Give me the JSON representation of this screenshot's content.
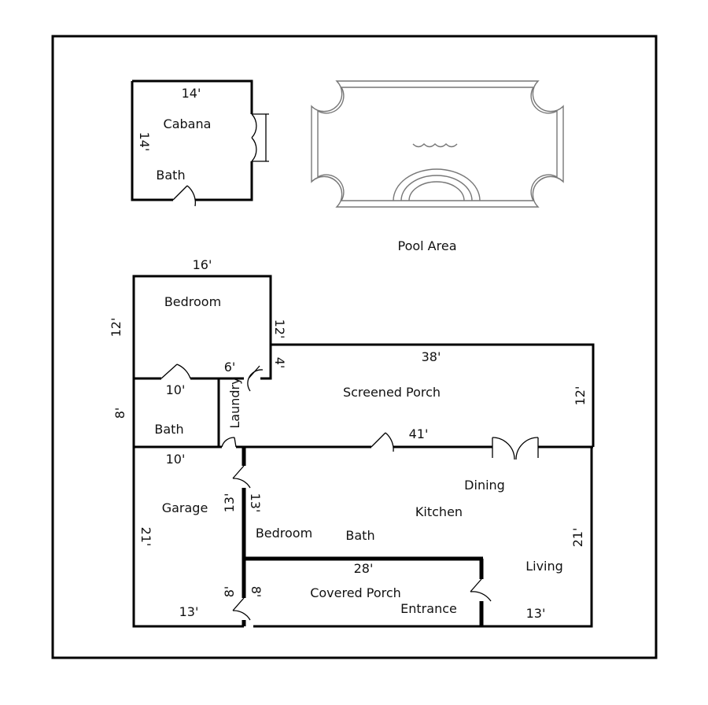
{
  "cabana": {
    "label": "Cabana",
    "bath": "Bath",
    "width": "14'",
    "depth": "14'"
  },
  "pool": {
    "area_label": "Pool Area"
  },
  "rooms": {
    "bedroom_top": "Bedroom",
    "bath_left": "Bath",
    "laundry": "Laundry",
    "screened_porch": "Screened Porch",
    "garage": "Garage",
    "bedroom": "Bedroom",
    "bath": "Bath",
    "kitchen": "Kitchen",
    "dining": "Dining",
    "living": "Living",
    "covered_porch": "Covered Porch",
    "entrance": "Entrance"
  },
  "dimensions": {
    "bedroom_width": "16'",
    "bedroom_depth": "12'",
    "bedroom_right": "12'",
    "porch_offset": "4'",
    "laundry_width": "6'",
    "bath_width": "10'",
    "bath_depth": "8'",
    "garage_width": "10'",
    "garage_depth": "21'",
    "garage_bottom": "13'",
    "porch_width": "38'",
    "porch_depth": "12'",
    "house_width": "41'",
    "bedroom_wall_left": "13'",
    "bedroom_wall_right": "13'",
    "covered_porch_width": "28'",
    "covered_porch_left": "8'",
    "covered_porch_right": "8'",
    "living_depth": "21'",
    "living_bottom": "13'"
  }
}
